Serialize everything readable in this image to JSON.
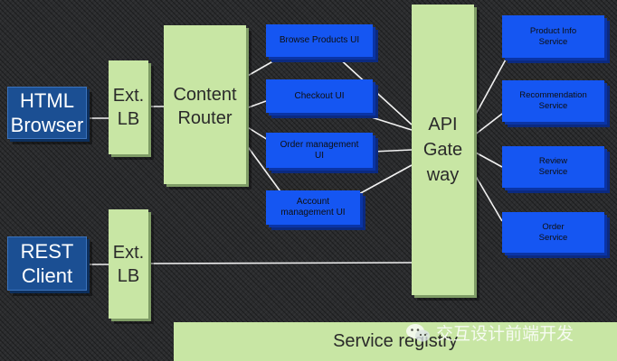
{
  "clients": {
    "html_browser": "HTML\nBrowser",
    "rest_client": "REST\nClient"
  },
  "load_balancers": {
    "top": "Ext.\nLB",
    "bottom": "Ext.\nLB"
  },
  "content_router": "Content\nRouter",
  "ui_services": [
    "Browse Products UI",
    "Checkout UI",
    "Order management\nUI",
    "Account\nmanagement UI"
  ],
  "api_gateway": "API\nGate\nway",
  "backend_services": [
    "Product Info\nService",
    "Recommendation\nService",
    "Review\nService",
    "Order\nService"
  ],
  "service_registry": "Service registry",
  "watermark": "交互设计前端开发",
  "colors": {
    "background": "#2b2c2e",
    "green_box": "#c8e6a4",
    "blue_service": "#1556f2",
    "client_blue": "#1b4f93",
    "connector": "#f2f2f2"
  }
}
